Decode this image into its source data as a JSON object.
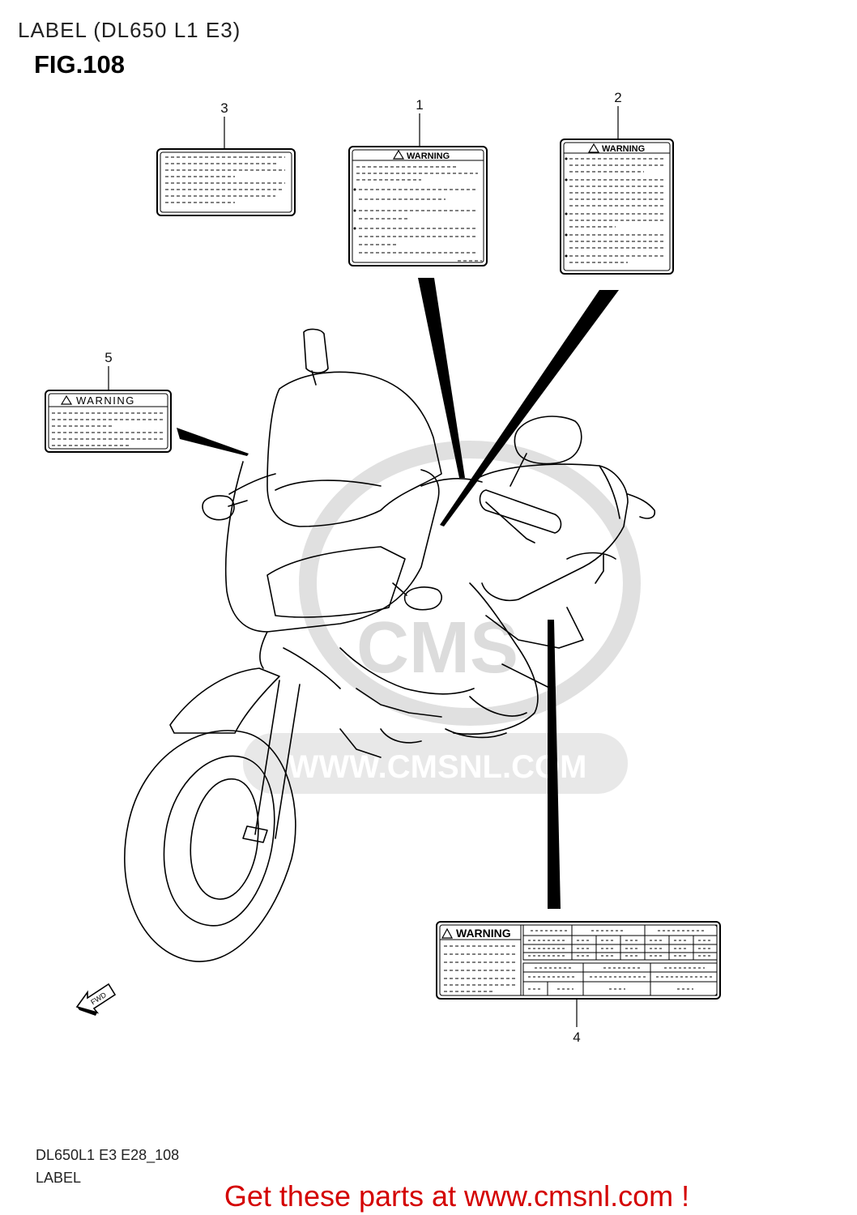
{
  "header": {
    "title": "LABEL (DL650 L1 E3)",
    "figure": "FIG.108"
  },
  "callouts": [
    "1",
    "2",
    "3",
    "4",
    "5"
  ],
  "labels": {
    "warning_text": "WARNING",
    "label5_text": "WARNING",
    "fwd_text": "FWD"
  },
  "watermark": {
    "text": "WWW.CMSNL.COM",
    "logo": "CMS"
  },
  "footer": {
    "code": "DL650L1 E3 E28_108",
    "caption": "LABEL",
    "advert": "Get these parts at www.cmsnl.com !"
  },
  "colors": {
    "advert": "#d40000",
    "watermark": "#d9d9d9"
  }
}
